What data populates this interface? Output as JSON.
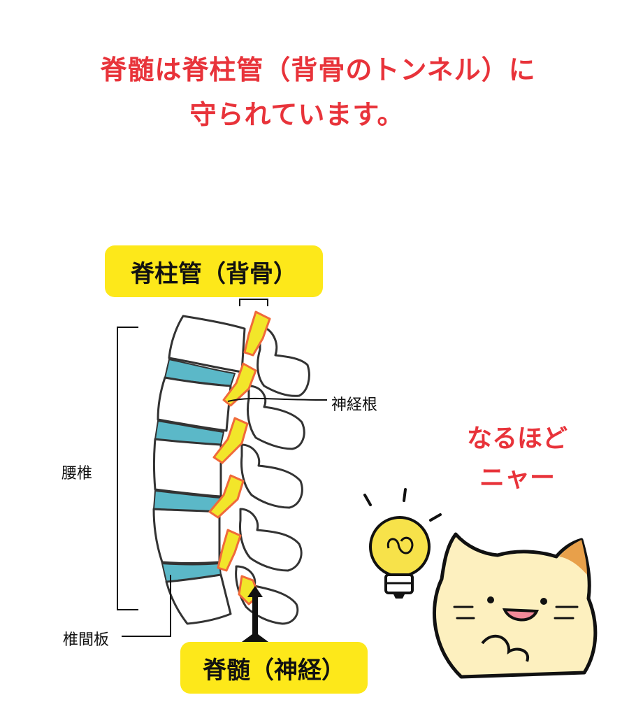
{
  "headline": {
    "line1": "脊髄は脊柱管（背骨のトンネル）に",
    "line2": "守られています。"
  },
  "labels": {
    "spinal_canal": "脊柱管（背骨）",
    "nerve_root": "神経根",
    "lumbar_spine": "腰椎",
    "intervertebral_disc": "椎間板",
    "spinal_cord": "脊髄（神経）"
  },
  "cat_speech": {
    "line1": "なるほど",
    "line2": "ニャー"
  },
  "colors": {
    "headline": "#e8333a",
    "label_box": "#fde81a",
    "disc": "#5bb8c8",
    "nerve_fill": "#f2e62a",
    "nerve_outline": "#f06a3a",
    "cat_body": "#fdf0bf",
    "cat_patch": "#e8a04a",
    "bulb": "#f7e24a"
  }
}
